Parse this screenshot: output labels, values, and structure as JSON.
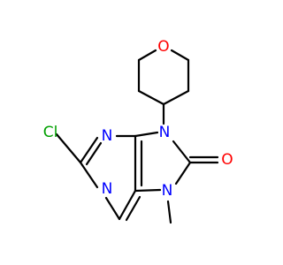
{
  "molecule": {
    "atoms": {
      "cl": {
        "symbol": "Cl",
        "color": "#00a000"
      },
      "n3": {
        "symbol": "N",
        "color": "#0000ff"
      },
      "n1": {
        "symbol": "N",
        "color": "#0000ff"
      },
      "n9": {
        "symbol": "N",
        "color": "#0000ff"
      },
      "n7": {
        "symbol": "N",
        "color": "#0000ff"
      },
      "o_carbonyl": {
        "symbol": "O",
        "color": "#ff0000"
      },
      "o_ring": {
        "symbol": "O",
        "color": "#ff0000"
      }
    },
    "bond_color": "#000000"
  }
}
